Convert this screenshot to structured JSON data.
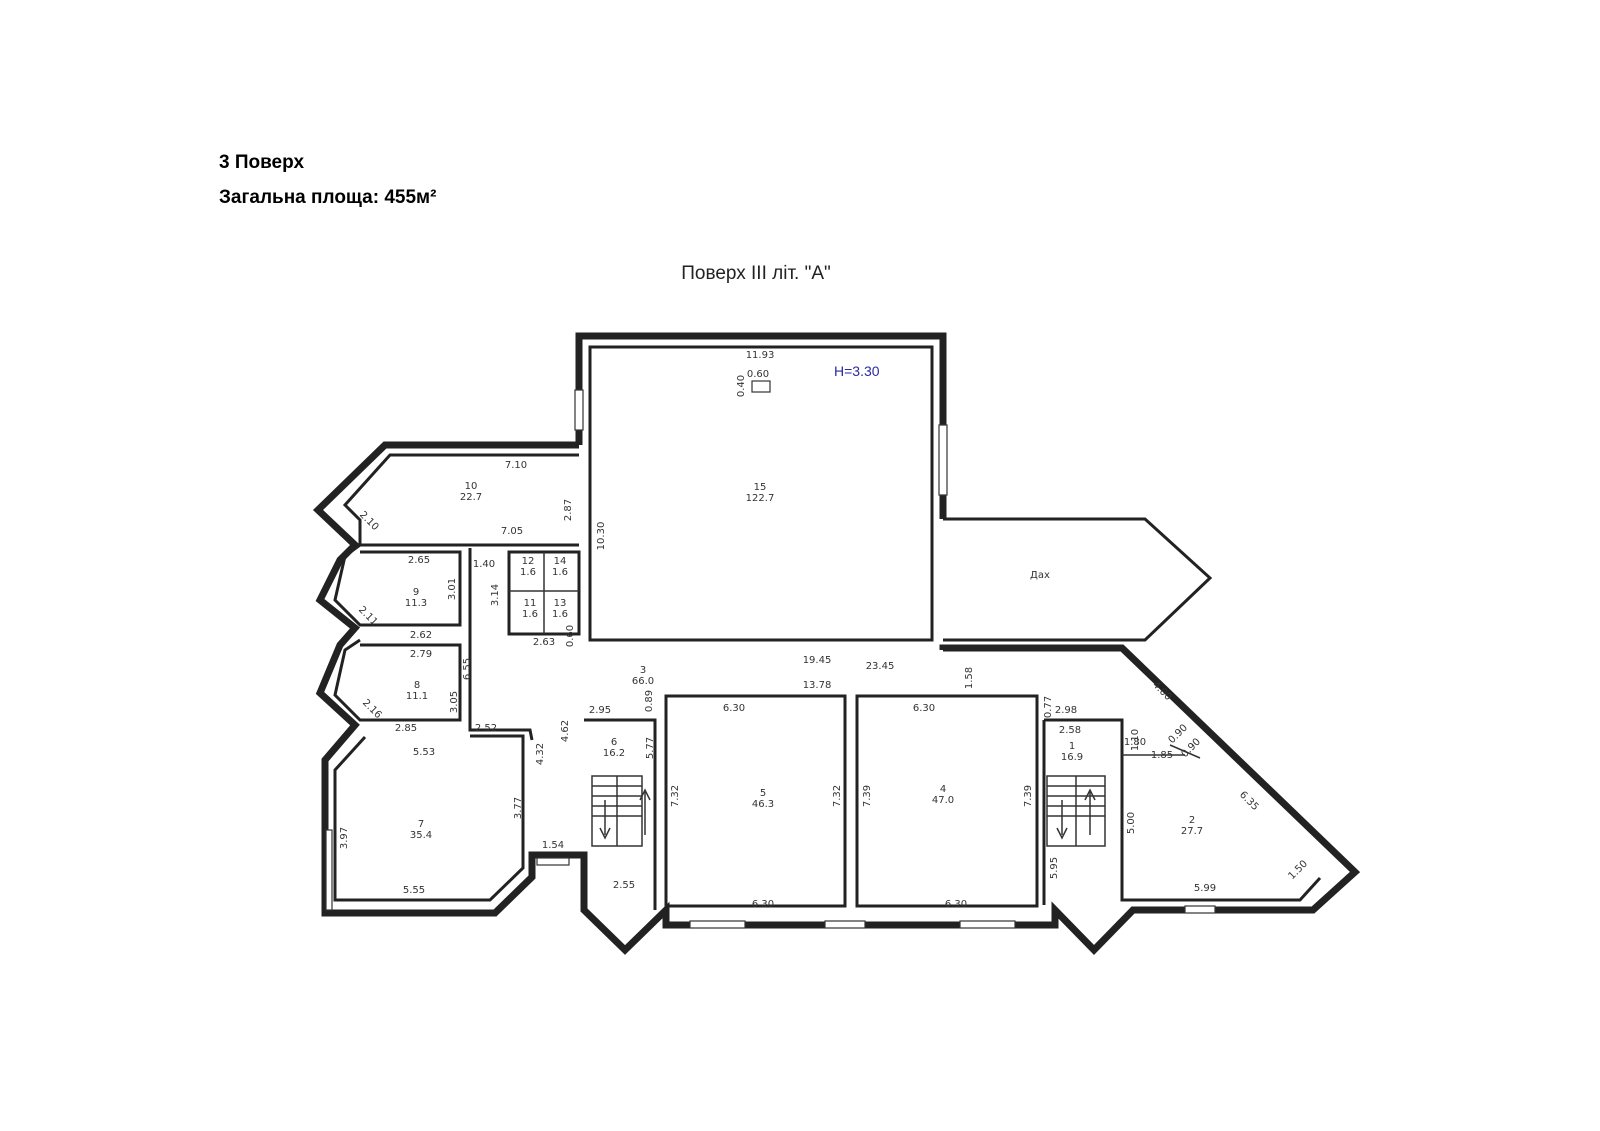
{
  "header": {
    "floor": "3 Поверх",
    "area_label": "Загальна площа: 455м²"
  },
  "plan": {
    "title": "Поверх III літ. \"А\"",
    "height_note": "H=3.30",
    "roof_label": "Дах",
    "rooms": [
      {
        "num": "1",
        "area": "16.9"
      },
      {
        "num": "2",
        "area": "27.7"
      },
      {
        "num": "3",
        "area": "66.0"
      },
      {
        "num": "4",
        "area": "47.0"
      },
      {
        "num": "5",
        "area": "46.3"
      },
      {
        "num": "6",
        "area": "16.2"
      },
      {
        "num": "7",
        "area": "35.4"
      },
      {
        "num": "8",
        "area": "11.1"
      },
      {
        "num": "9",
        "area": "11.3"
      },
      {
        "num": "10",
        "area": "22.7"
      },
      {
        "num": "11",
        "area": "1.6"
      },
      {
        "num": "12",
        "area": "1.6"
      },
      {
        "num": "13",
        "area": "1.6"
      },
      {
        "num": "14",
        "area": "1.6"
      },
      {
        "num": "15",
        "area": "122.7"
      }
    ],
    "dimensions": [
      "11.93",
      "0.60",
      "0.40",
      "10.30",
      "7.10",
      "2.10",
      "2.87",
      "7.05",
      "1.40",
      "2.65",
      "3.01",
      "3.14",
      "2.11",
      "2.62",
      "2.63",
      "0.60",
      "2.79",
      "6.55",
      "3.05",
      "2.16",
      "2.85",
      "2.52",
      "5.53",
      "4.32",
      "3.77",
      "3.97",
      "5.55",
      "1.54",
      "4.62",
      "0.89",
      "2.95",
      "5.77",
      "2.55",
      "13.78",
      "6.30",
      "7.32",
      "7.32",
      "6.30",
      "6.30",
      "7.39",
      "7.39",
      "6.30",
      "19.45",
      "23.45",
      "1.58",
      "0.77",
      "2.98",
      "2.58",
      "1.10",
      "1.80",
      "1.85",
      "0.90",
      "0.90",
      "4.00",
      "6.35",
      "5.00",
      "5.95",
      "5.99",
      "1.50"
    ]
  }
}
